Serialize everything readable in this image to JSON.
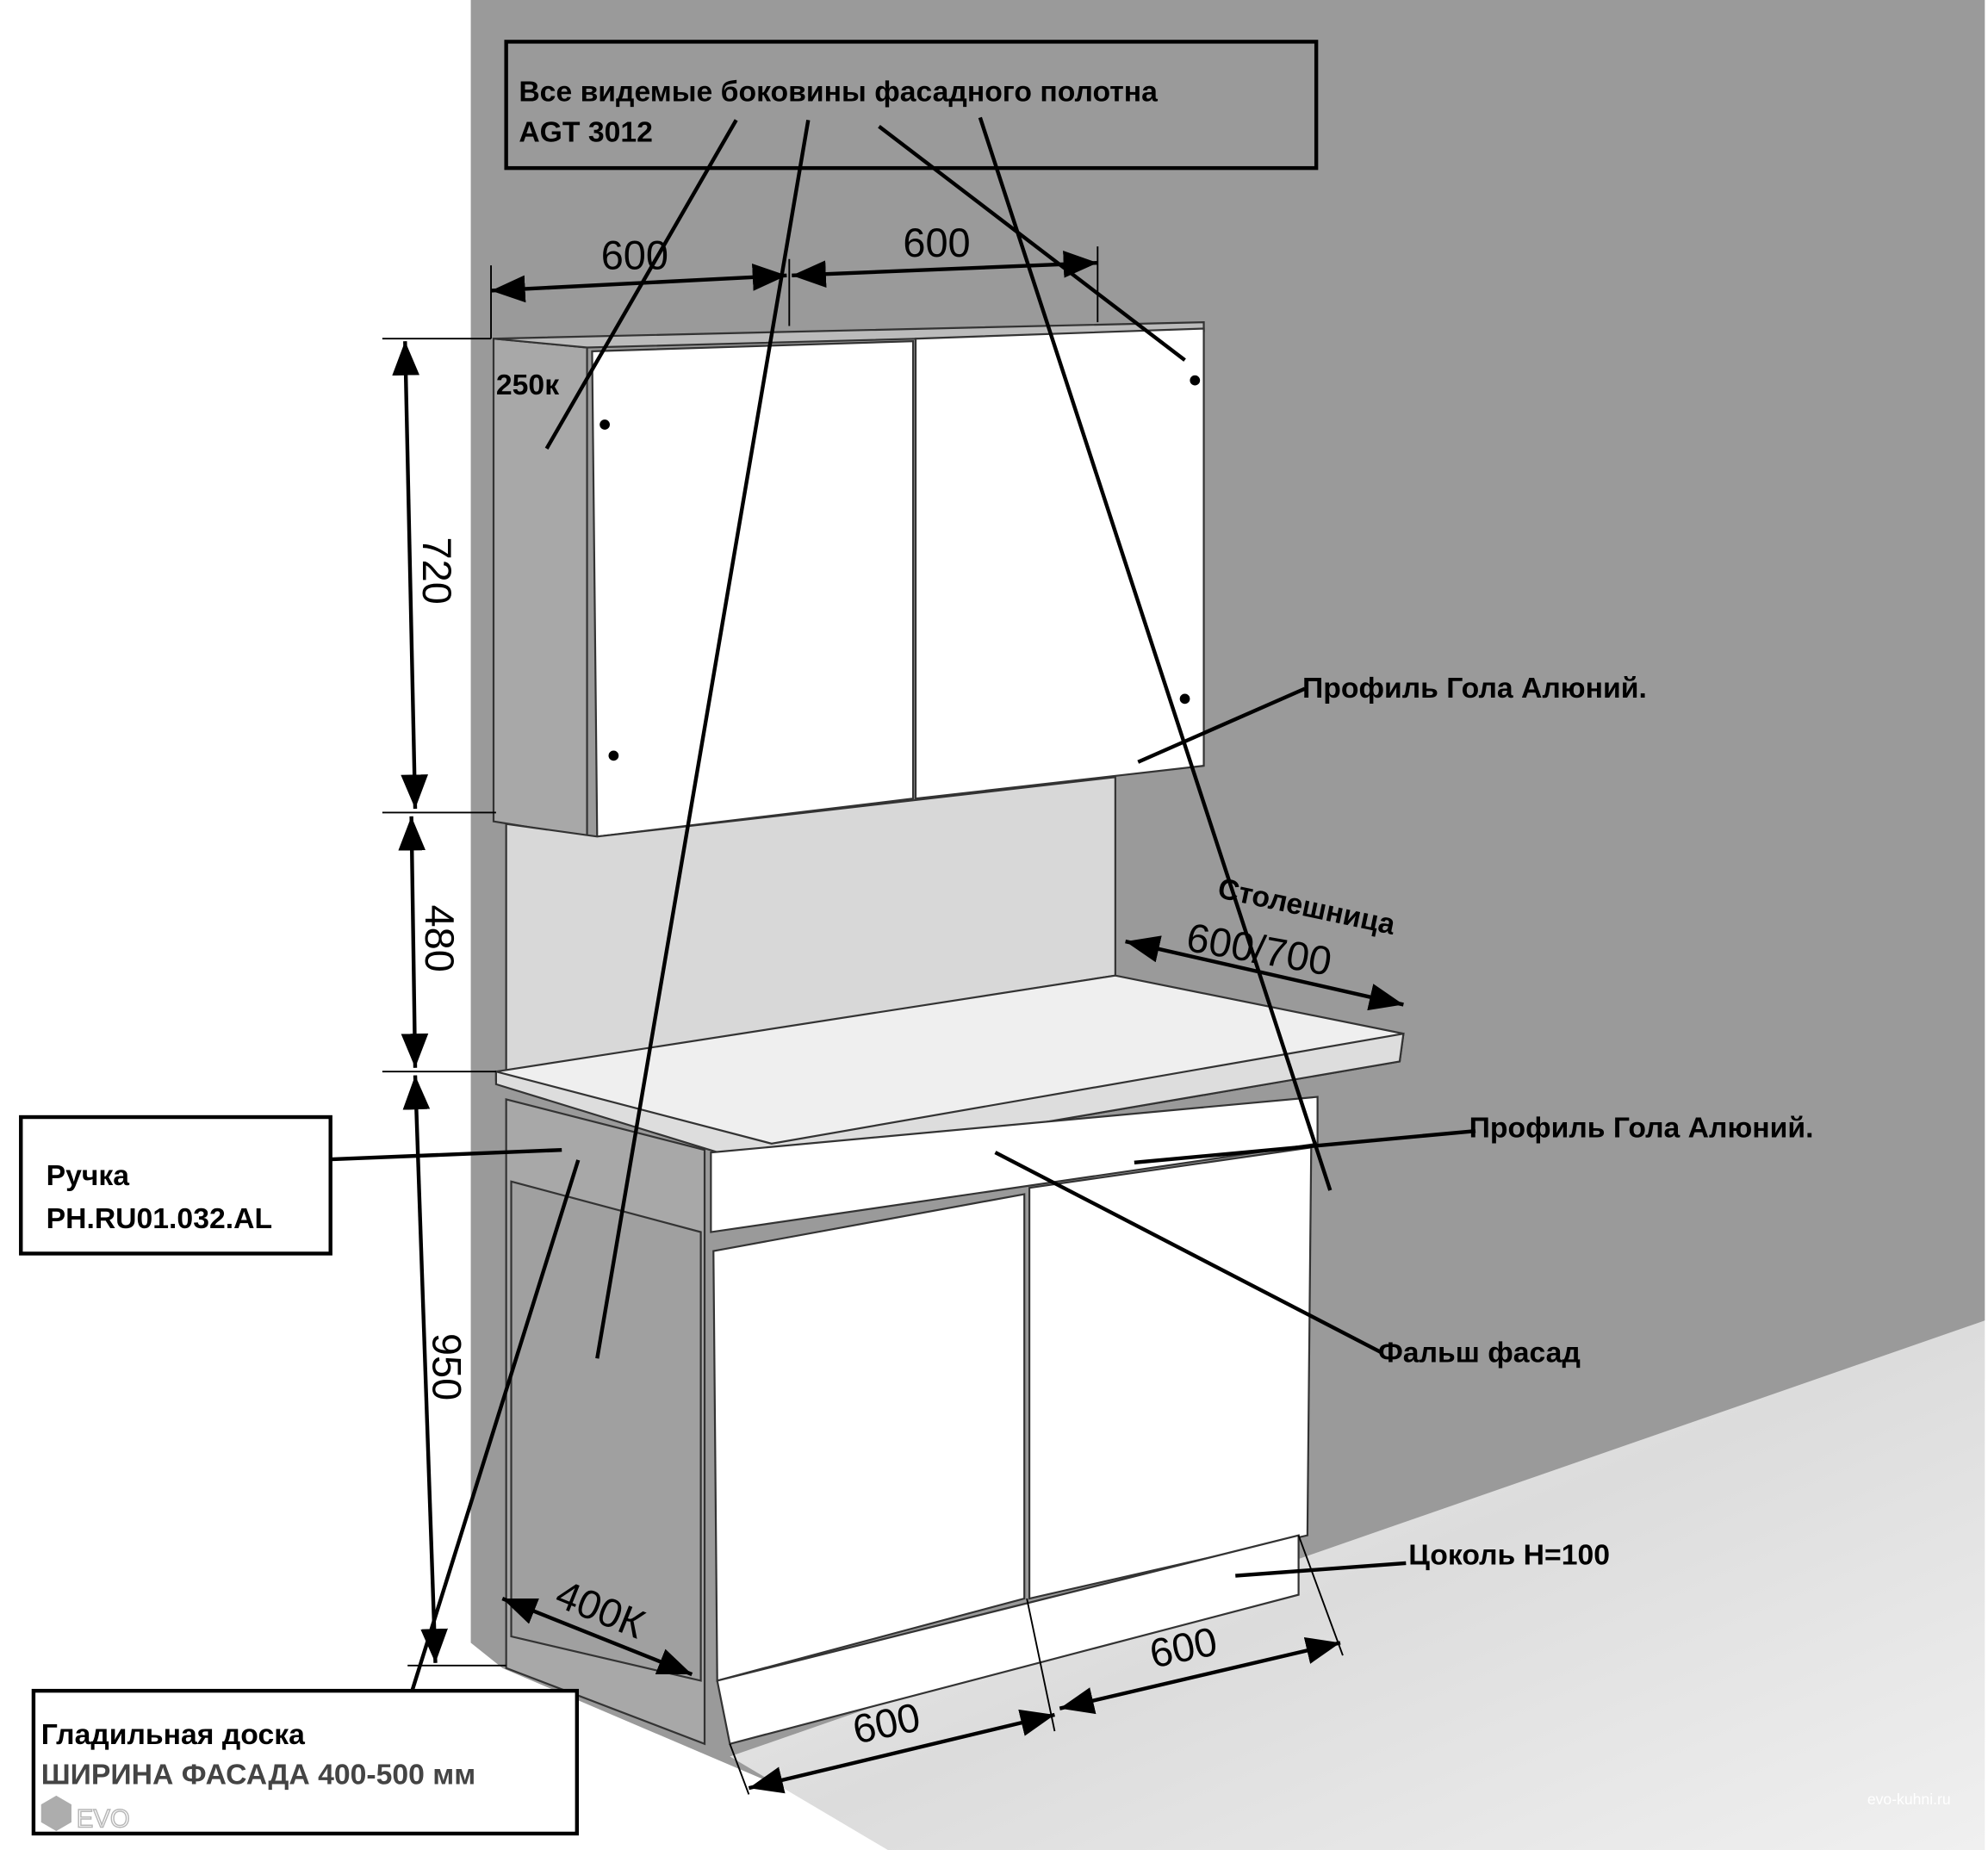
{
  "callouts": {
    "side_panels": [
      "Все видемые боковины фасадного полотна",
      "AGT 3012"
    ],
    "upper_module": "250к",
    "profile_upper": "Профиль Гола Алюний.",
    "countertop": "Столешница",
    "profile_lower": "Профиль Гола Алюний.",
    "false_facade": "Фальш фасад",
    "plinth": "Цоколь H=100",
    "handle": [
      "Ручка",
      "PH.RU01.032.AL"
    ],
    "ironing_board": [
      "Гладильная доска",
      "ШИРИНА ФАСАДА 400-500 мм"
    ],
    "lower_module": "400К"
  },
  "dimensions": {
    "upper_width_left": "600",
    "upper_width_right": "600",
    "upper_height": "720",
    "backsplash_height": "480",
    "lower_height": "950",
    "countertop_depth": "600/700",
    "lower_width_left": "600",
    "lower_width_right": "600"
  },
  "watermark": {
    "logo": "EVO",
    "site": "evo-kuhni.ru"
  },
  "colors": {
    "wall": "#9a9a9a",
    "panel": "#a8a8a8",
    "door": "#ffffff",
    "marble": "#e4e4e4"
  }
}
